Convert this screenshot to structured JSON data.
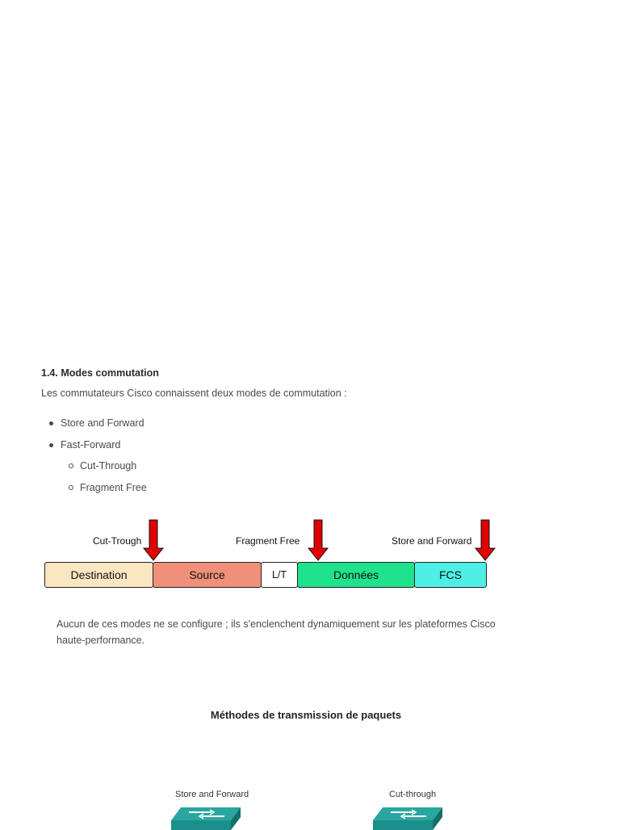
{
  "section": {
    "heading": "1.4. Modes commutation",
    "intro": "Les commutateurs Cisco connaissent deux modes de commutation :",
    "bullets": [
      {
        "label": "Store and Forward"
      },
      {
        "label": "Fast-Forward"
      }
    ],
    "sub_bullets": [
      {
        "label": "Cut-Through"
      },
      {
        "label": "Fragment Free"
      }
    ]
  },
  "frame": {
    "arrow_labels": [
      "Cut-Trough",
      "Fragment Free",
      "Store and Forward"
    ],
    "arrow_color": "#e00000",
    "fields": [
      {
        "label": "Destination",
        "color": "#fbe6c2"
      },
      {
        "label": "Source",
        "color": "#f08f7b"
      },
      {
        "label": "L/T",
        "color": "#ffffff"
      },
      {
        "label": "Données",
        "color": "#1fe38c"
      },
      {
        "label": "FCS",
        "color": "#4ef0e6"
      }
    ]
  },
  "paragraph": "Aucun de ces modes ne se configure ; ils s'enclenchent dynamiquement sur les plateformes Cisco haute-performance.",
  "methods": {
    "title": "Méthodes de transmission de paquets",
    "switches": [
      {
        "label": "Store and Forward",
        "icon": "switch-icon",
        "color": "#1b8f8a"
      },
      {
        "label": "Cut-through",
        "icon": "switch-icon",
        "color": "#1b8f8a"
      }
    ]
  }
}
